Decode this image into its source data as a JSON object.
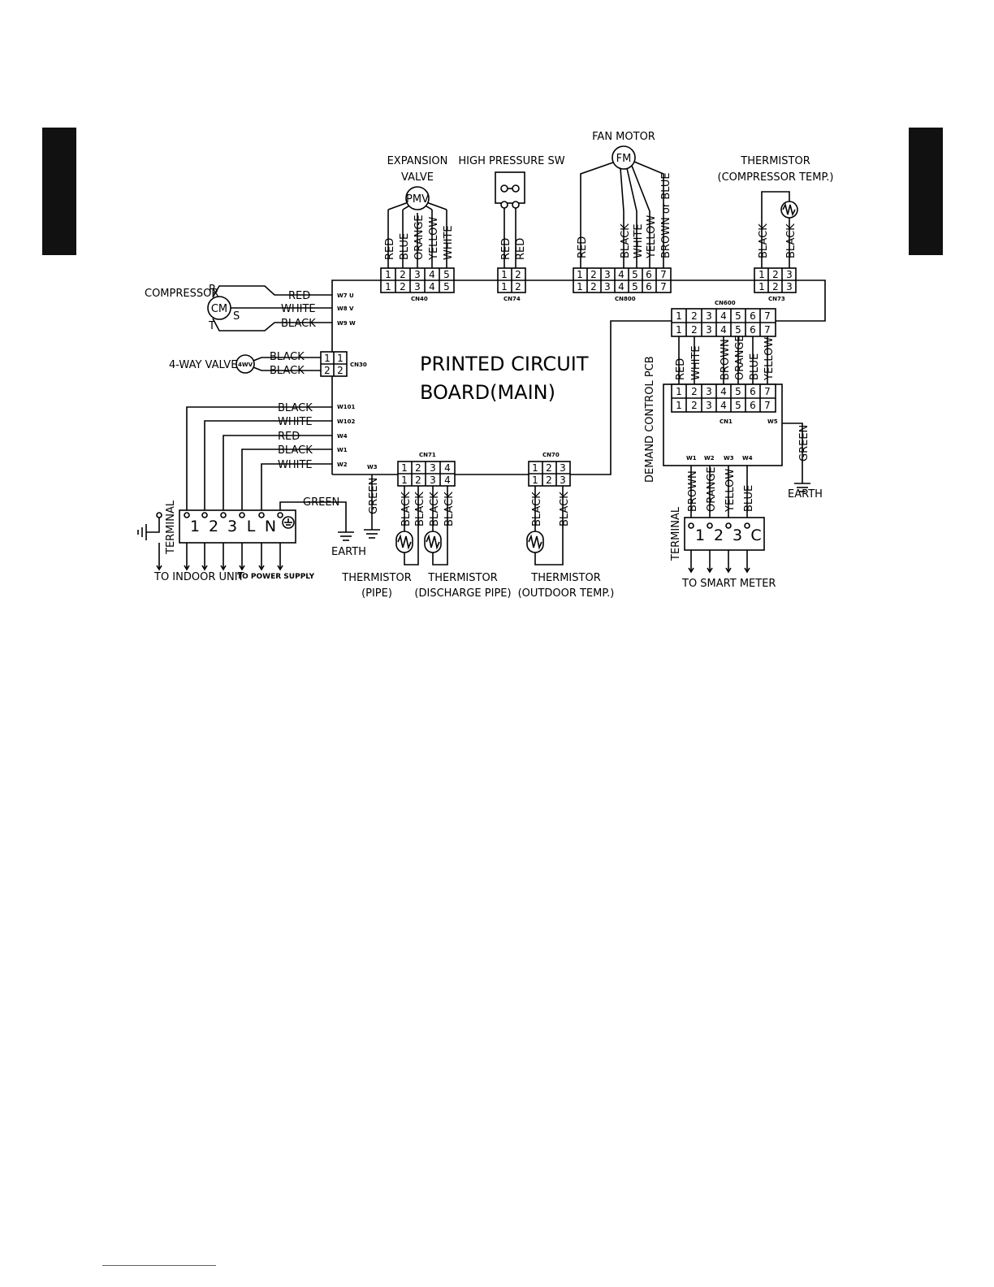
{
  "labels": {
    "pcb_main": [
      "PRINTED CIRCUIT",
      "BOARD(MAIN)"
    ],
    "expansion_valve": [
      "EXPANSION",
      "VALVE"
    ],
    "pmv": "PMV",
    "high_pressure_sw": "HIGH PRESSURE SW",
    "fan_motor": "FAN MOTOR",
    "fm": "FM",
    "thermistor_comp": [
      "THERMISTOR",
      "(COMPRESSOR TEMP.)"
    ],
    "compressor": "COMPRESSOR",
    "cm": "CM",
    "comp_r": "R",
    "comp_s": "S",
    "comp_t": "T",
    "four_way_valve": "4-WAY VALVE",
    "four_wv": "4WV",
    "demand_control_pcb": "DEMAND CONTROL PCB",
    "terminal_left": "TERMINAL",
    "terminal_right": "TERMINAL",
    "earth_left": "EARTH",
    "earth_right": "EARTH",
    "to_indoor_unit": "TO  INDOOR  UNIT",
    "to_power_supply": "TO POWER SUPPLY",
    "to_smart_meter": "TO SMART METER",
    "thermistor_pipe": [
      "THERMISTOR",
      "(PIPE)"
    ],
    "thermistor_discharge": [
      "THERMISTOR",
      "(DISCHARGE PIPE)"
    ],
    "thermistor_outdoor": [
      "THERMISTOR",
      "(OUTDOOR TEMP.)"
    ]
  },
  "connectors": {
    "cn40": "CN40",
    "cn74": "CN74",
    "cn800": "CN800",
    "cn73": "CN73",
    "cn30": "CN30",
    "cn600": "CN600",
    "cn1": "CN1",
    "cn71": "CN71",
    "cn70": "CN70"
  },
  "pin_tags": {
    "w7": "W7 U",
    "w8": "W8 V",
    "w9": "W9 W",
    "w101": "W101",
    "w102": "W102",
    "w4": "W4",
    "w1": "W1",
    "w2": "W2",
    "w3": "W3",
    "d_w1": "W1",
    "d_w2": "W2",
    "d_w3": "W3",
    "d_w4": "W4",
    "d_w5": "W5"
  },
  "wires": {
    "cn40": [
      "RED",
      "BLUE",
      "ORANGE",
      "YELLOW",
      "WHITE"
    ],
    "cn74": [
      "RED",
      "RED"
    ],
    "cn800": [
      "RED",
      "BLACK",
      "WHITE",
      "YELLOW",
      "BROWN or BLUE"
    ],
    "cn73": [
      "BLACK",
      "BLACK"
    ],
    "compressor": [
      "RED",
      "WHITE",
      "BLACK"
    ],
    "four_way": [
      "BLACK",
      "BLACK"
    ],
    "terminal_feed": [
      "BLACK",
      "WHITE",
      "RED",
      "BLACK",
      "WHITE"
    ],
    "terminal_green": "GREEN",
    "w3_green": "GREEN",
    "cn71": [
      "BLACK",
      "BLACK",
      "BLACK",
      "BLACK"
    ],
    "cn70": [
      "BLACK",
      "BLACK"
    ],
    "cn600_to_cn1": [
      "RED",
      "WHITE",
      "BROWN",
      "ORANGE",
      "BLUE",
      "YELLOW"
    ],
    "demand_out": [
      "BROWN",
      "ORANGE",
      "YELLOW",
      "BLUE"
    ],
    "demand_green": "GREEN"
  },
  "terminal_left_pins": [
    "1",
    "2",
    "3",
    "L",
    "N"
  ],
  "terminal_right_pins": [
    "1",
    "2",
    "3",
    "C"
  ]
}
